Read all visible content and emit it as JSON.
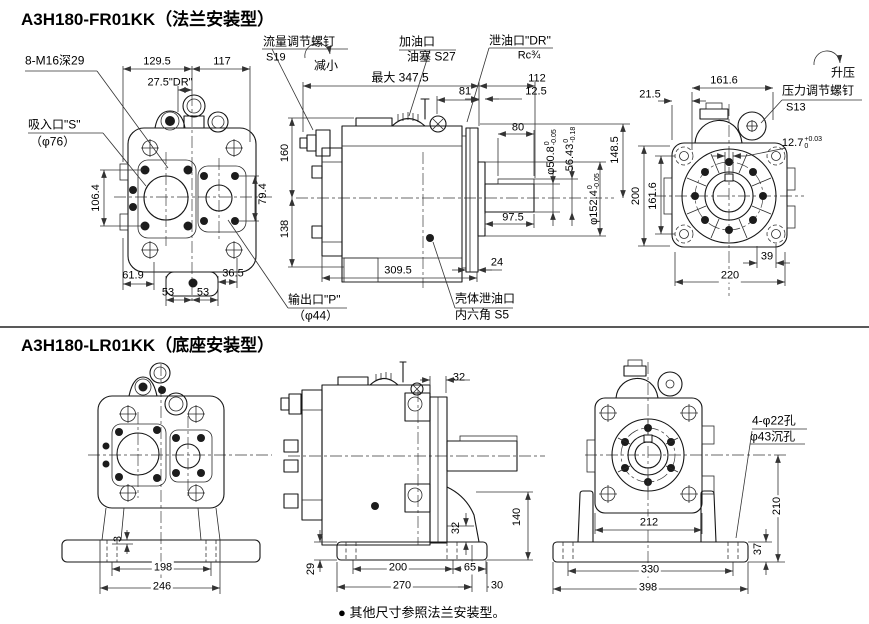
{
  "page": {
    "footnote": "● 其他尺寸参照法兰安装型。"
  },
  "fr": {
    "title": "A3H180-FR01KK（法兰安装型）",
    "callouts": {
      "thread": "8-M16深29",
      "suction_line1": "吸入口\"S\"",
      "suction_line2": "（φ76）",
      "outlet_line1": "输出口\"P\"",
      "outlet_line2": "（φ44）",
      "flow_line1": "流量调节螺钉",
      "flow_line2": "S19",
      "decrease": "减小",
      "fill_line1": "加油口",
      "fill_line2": "油塞 S27",
      "drain_line1": "泄油口\"DR\"",
      "drain_line2": "Rc¾",
      "case_drain_line1": "壳体泄油口",
      "case_drain_line2": "内六角 S5",
      "pressure_line1": "压力调节螺钉",
      "pressure_line2": "S13",
      "increase": "升压"
    },
    "dims": {
      "w1": "129.5",
      "w2": "117",
      "dr_offset": "27.5\"DR\"",
      "h1": "106.4",
      "h2": "79.4",
      "h3": "160",
      "h4": "138",
      "b1": "61.9",
      "b2": "53",
      "b3": "53",
      "b4": "36.5",
      "max_len": "最大 347.5",
      "l81": "81",
      "l112": "112",
      "l12_5": "12.5",
      "key_len": "80",
      "shaft_len": "97.5",
      "l24": "24",
      "l309_5": "309.5",
      "shaft_dia": {
        "main": "φ50.8",
        "up": "0",
        "dn": "-0.05"
      },
      "key_h": {
        "main": "56.43",
        "up": "0",
        "dn": "-0.18"
      },
      "l148_5": "148.5",
      "pilot_dia": {
        "main": "φ152.4",
        "up": "0",
        "dn": "-0.05"
      },
      "r_top": "161.6",
      "r21_5": "21.5",
      "key_w": {
        "main": "12.7",
        "up": "+0.03",
        "dn": "0"
      },
      "r200": "200",
      "r161_6": "161.6",
      "r39": "39",
      "r220": "220"
    }
  },
  "lr": {
    "title": "A3H180-LR01KK（底座安装型）",
    "callouts": {
      "base_holes_line1": "4-φ22孔",
      "base_holes_line2": "φ43沉孔"
    },
    "dims": {
      "f3": "3",
      "f198": "198",
      "f246": "246",
      "s32t": "32",
      "s29": "29",
      "s200": "200",
      "s65": "65",
      "s270": "270",
      "s30": "30",
      "s32r": "32",
      "s140": "140",
      "r212": "212",
      "r330": "330",
      "r398": "398",
      "r210": "210",
      "r37": "37"
    }
  }
}
